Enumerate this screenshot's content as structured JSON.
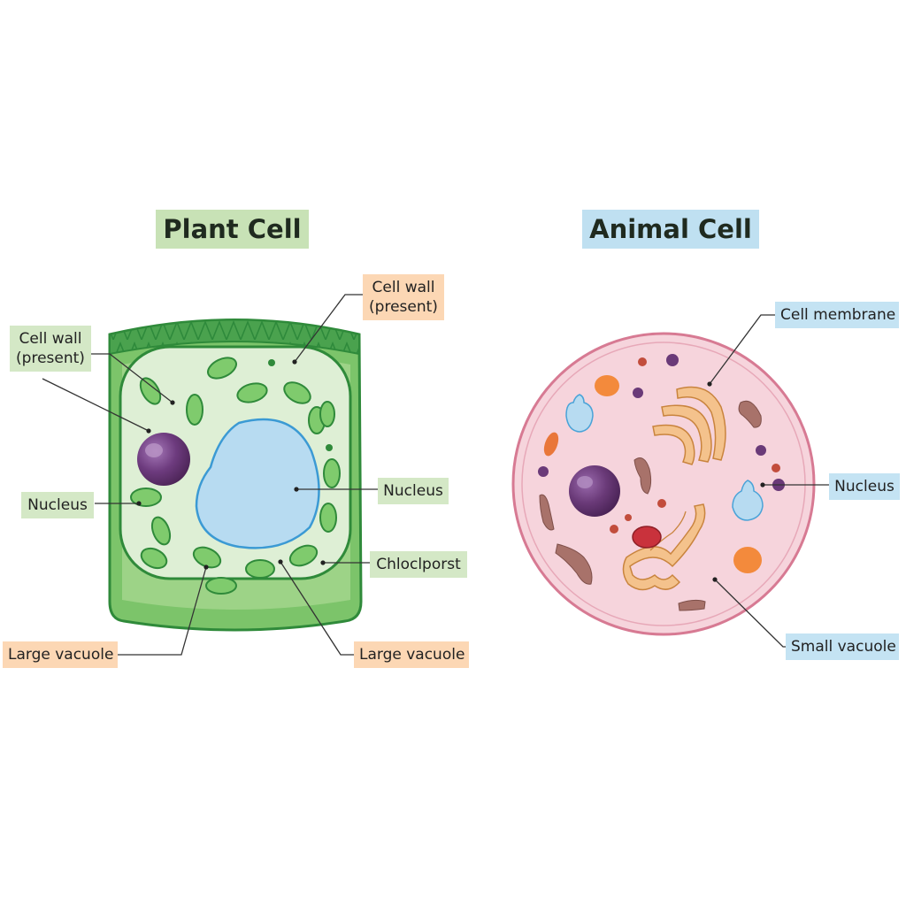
{
  "plant_cell": {
    "title": "Plant Cell",
    "labels": {
      "cell_wall_left": "Cell wall\n(present)",
      "cell_wall_top": "Cell wall\n(present)",
      "nucleus_left": "Nucleus",
      "nucleus_right": "Nucleus",
      "chloroplast": "Chloclporst",
      "large_vacuole_left": "Large vacuole",
      "large_vacuole_right": "Large vacuole"
    }
  },
  "animal_cell": {
    "title": "Animal Cell",
    "labels": {
      "cell_membrane": "Cell membrane",
      "nucleus": "Nucleus",
      "small_vacuole": "Small vacuole"
    }
  },
  "colors": {
    "plant_title_bg": "#c8e2b6",
    "animal_title_bg": "#bfe0f1",
    "green_label_bg": "#d4e8c6",
    "orange_label_bg": "#fcd7b4",
    "blue_label_bg": "#c4e3f3",
    "cell_wall": "#6fbf5a",
    "cytoplasm_plant": "#dcefd3",
    "vacuole": "#b9dcf0",
    "nucleus": "#6a3a78",
    "animal_cytoplasm": "#f6d3dc",
    "animal_membrane": "#d77a93"
  }
}
